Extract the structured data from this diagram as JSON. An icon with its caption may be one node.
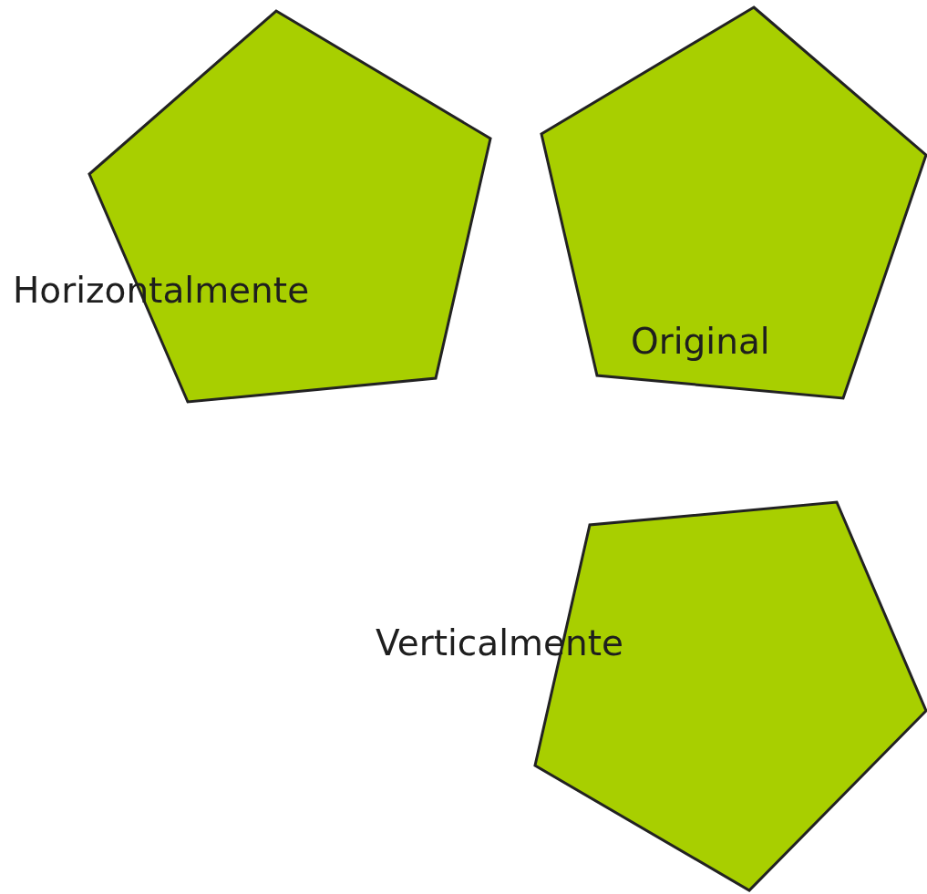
{
  "diagram": {
    "nodes": [
      {
        "text": [
          "Horizontalmente"
        ]
      },
      {
        "text": [
          "Original"
        ]
      },
      {
        "text": [
          "Verticalmente"
        ]
      }
    ]
  }
}
